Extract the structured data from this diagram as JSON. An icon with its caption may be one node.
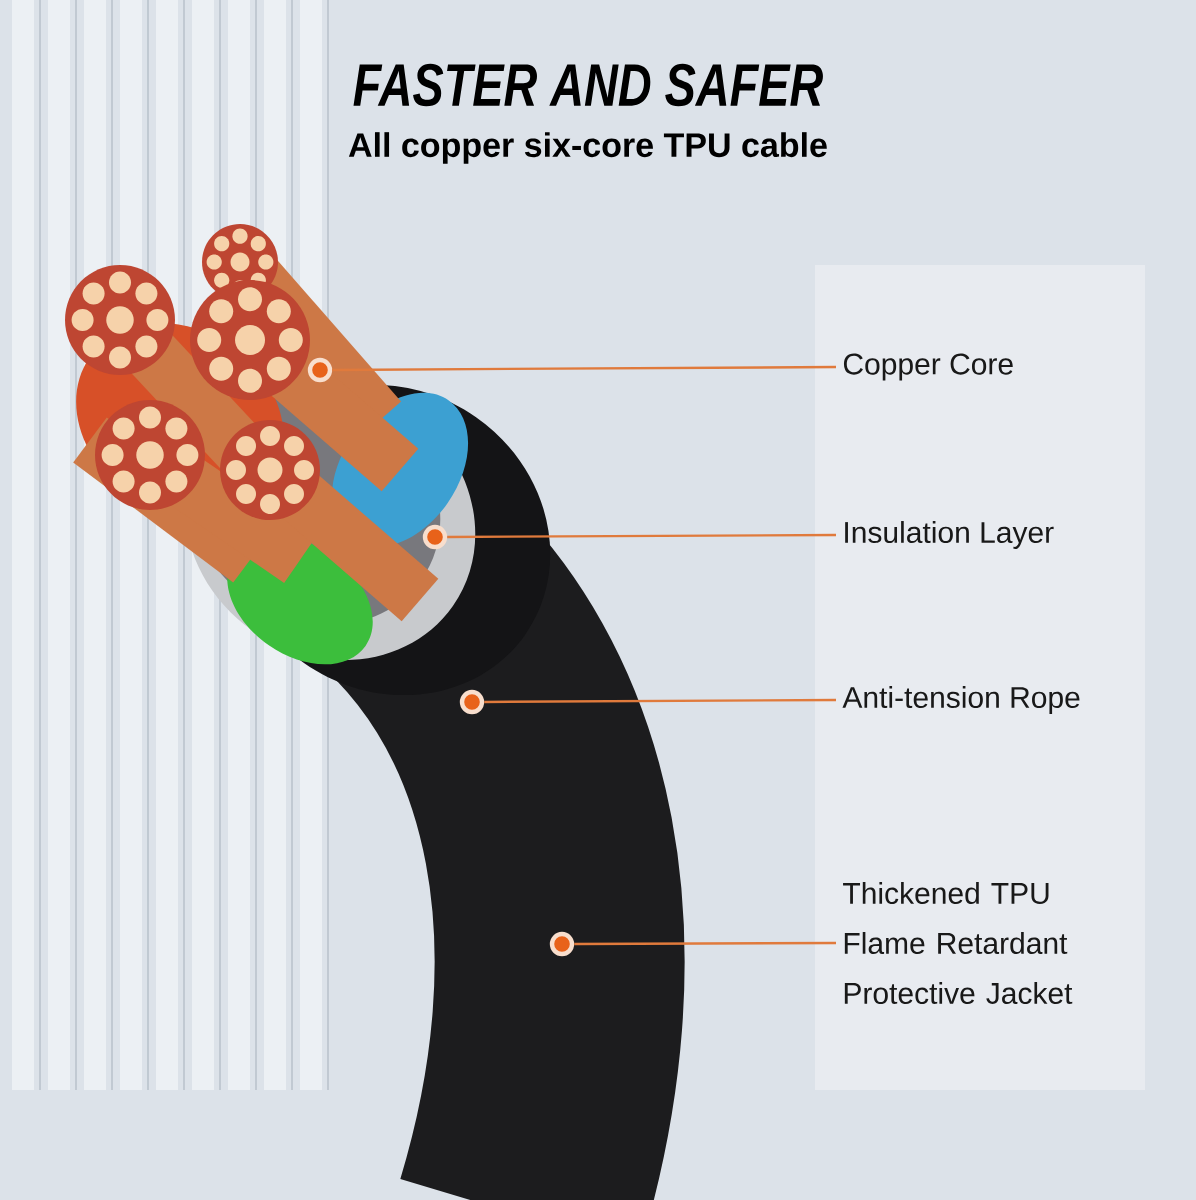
{
  "diagram": {
    "title": "FASTER AND SAFER",
    "nodes": [
      {
        "text": [
          "Copper Core"
        ]
      },
      {
        "text": [
          "Insulation Layer"
        ]
      },
      {
        "text": [
          "Anti-tension Rope"
        ]
      },
      {
        "text": [
          "Thickened TPU Flame Retardant Protective Jacket"
        ]
      },
      {
        "text": [],
        "shape": "circle"
      },
      {
        "text": [],
        "shape": "circle"
      },
      {
        "text": [],
        "shape": "circle"
      },
      {
        "text": [],
        "shape": "circle"
      }
    ],
    "edges": [
      {
        "from": 0,
        "to": 4,
        "arrow": "none"
      },
      {
        "from": 1,
        "to": 5,
        "arrow": "none"
      },
      {
        "from": 2,
        "to": 6,
        "arrow": "none"
      },
      {
        "from": 3,
        "to": 7,
        "arrow": "none"
      }
    ],
    "labels": [
      "All copper six-core TPU cable"
    ]
  }
}
